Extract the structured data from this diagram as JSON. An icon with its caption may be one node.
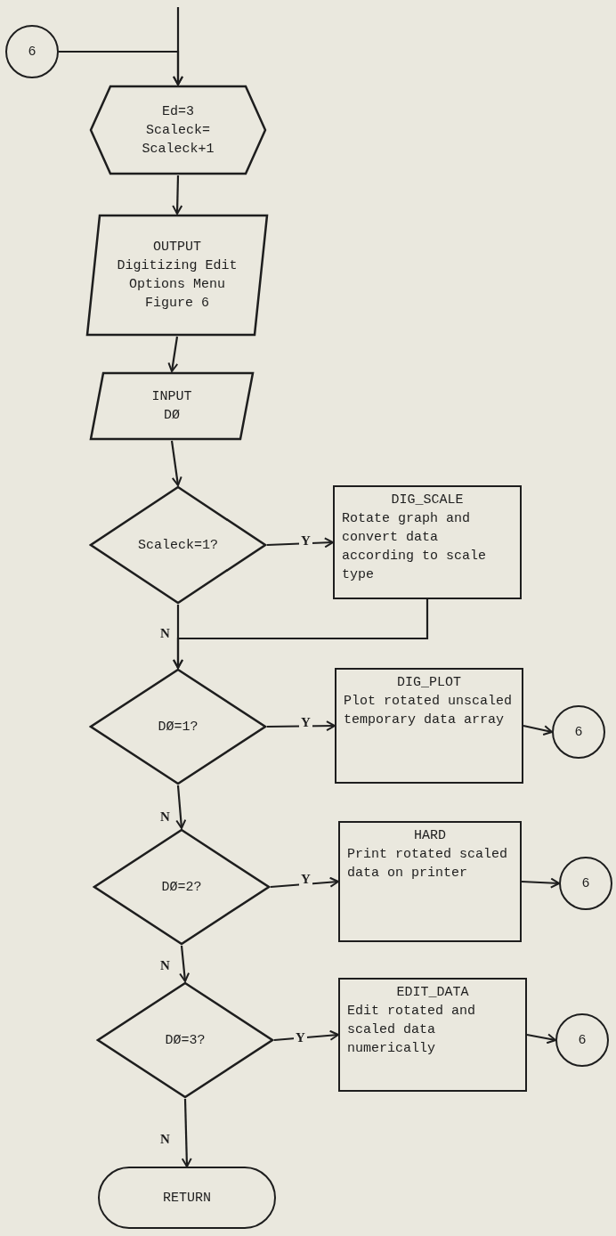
{
  "diagram": {
    "nodes": [
      {
        "text": [
          "6"
        ]
      },
      {
        "text": [
          "Ed=3",
          "Scaleck= Scaleck+1"
        ]
      },
      {
        "text": [
          "OUTPUT",
          "Digitizing Edit Options Menu",
          "Figure 6"
        ]
      },
      {
        "text": [
          "INPUT",
          "DØ"
        ]
      },
      {
        "text": [
          "Scaleck=1?"
        ]
      },
      {
        "text": [
          "DIG_SCALE",
          "Rotate graph and convert data according to scale type"
        ]
      },
      {
        "text": [
          "DØ=1?"
        ]
      },
      {
        "text": [
          "DIG_PLOT",
          "Plot rotated unscaled temporary data array"
        ]
      },
      {
        "text": [
          "6"
        ]
      },
      {
        "text": [
          "DØ=2?"
        ]
      },
      {
        "text": [
          "HARD",
          "Print rotated scaled data on printer"
        ]
      },
      {
        "text": [
          "6"
        ]
      },
      {
        "text": [
          "DØ=3?"
        ]
      },
      {
        "text": [
          "EDIT_DATA",
          "Edit rotated and scaled data numerically"
        ]
      },
      {
        "text": [
          "6"
        ]
      },
      {
        "text": [
          "RETURN"
        ]
      }
    ],
    "edges": [
      {
        "from": null,
        "to": 1,
        "arrow": "to"
      },
      {
        "from": 0,
        "to": 1,
        "arrow": "to"
      },
      {
        "from": 1,
        "to": 2,
        "arrow": "to"
      },
      {
        "from": 2,
        "to": 3,
        "arrow": "to"
      },
      {
        "from": 3,
        "to": 4,
        "arrow": "to"
      },
      {
        "from": 4,
        "to": 5,
        "arrow": "to",
        "label": "Y"
      },
      {
        "from": 4,
        "to": 6,
        "arrow": "to",
        "label": "N"
      },
      {
        "from": 5,
        "to": 6,
        "arrow": "to"
      },
      {
        "from": 6,
        "to": 7,
        "arrow": "to",
        "label": "Y"
      },
      {
        "from": 7,
        "to": 8,
        "arrow": "to"
      },
      {
        "from": 6,
        "to": 9,
        "arrow": "to",
        "label": "N"
      },
      {
        "from": 9,
        "to": 10,
        "arrow": "to",
        "label": "Y"
      },
      {
        "from": 10,
        "to": 11,
        "arrow": "to"
      },
      {
        "from": 9,
        "to": 12,
        "arrow": "to",
        "label": "N"
      },
      {
        "from": 12,
        "to": 13,
        "arrow": "to",
        "label": "Y"
      },
      {
        "from": 13,
        "to": 14,
        "arrow": "to"
      },
      {
        "from": 12,
        "to": 15,
        "arrow": "to",
        "label": "N"
      }
    ]
  }
}
